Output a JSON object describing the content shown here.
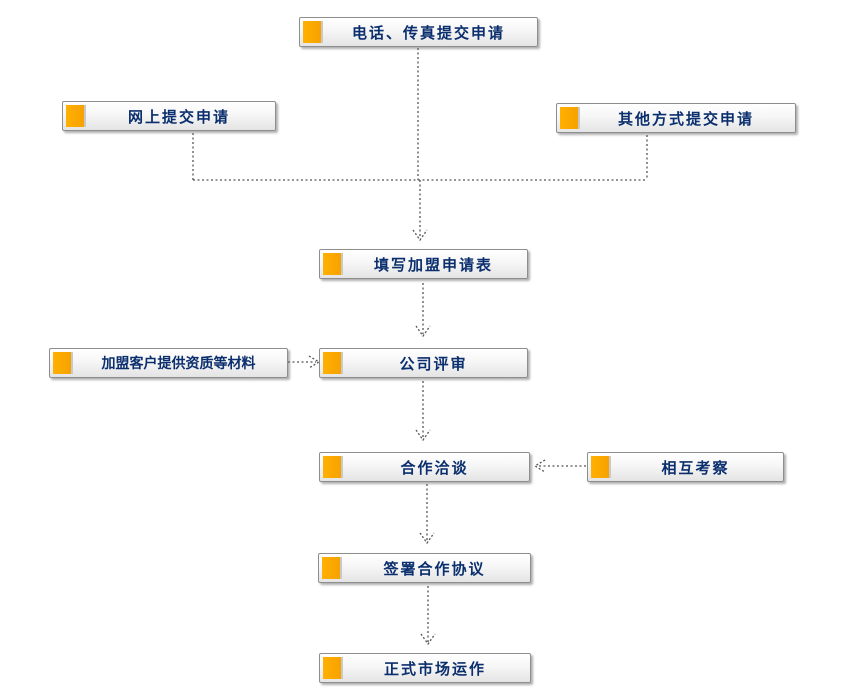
{
  "nodes": {
    "phone_fax": "电话、传真提交申请",
    "online": "网上提交申请",
    "other_methods": "其他方式提交申请",
    "fill_form": "填写加盟申请表",
    "client_materials": "加盟客户提供资质等材料",
    "company_review": "公司评审",
    "cooperation_talks": "合作洽谈",
    "mutual_inspection": "相互考察",
    "sign_agreement": "签署合作协议",
    "formal_operation": "正式市场运作"
  },
  "colors": {
    "accent_tab": "#f7a400",
    "label_text": "#0b2f6e",
    "box_border": "#8e8e8e",
    "connector": "#555555"
  }
}
